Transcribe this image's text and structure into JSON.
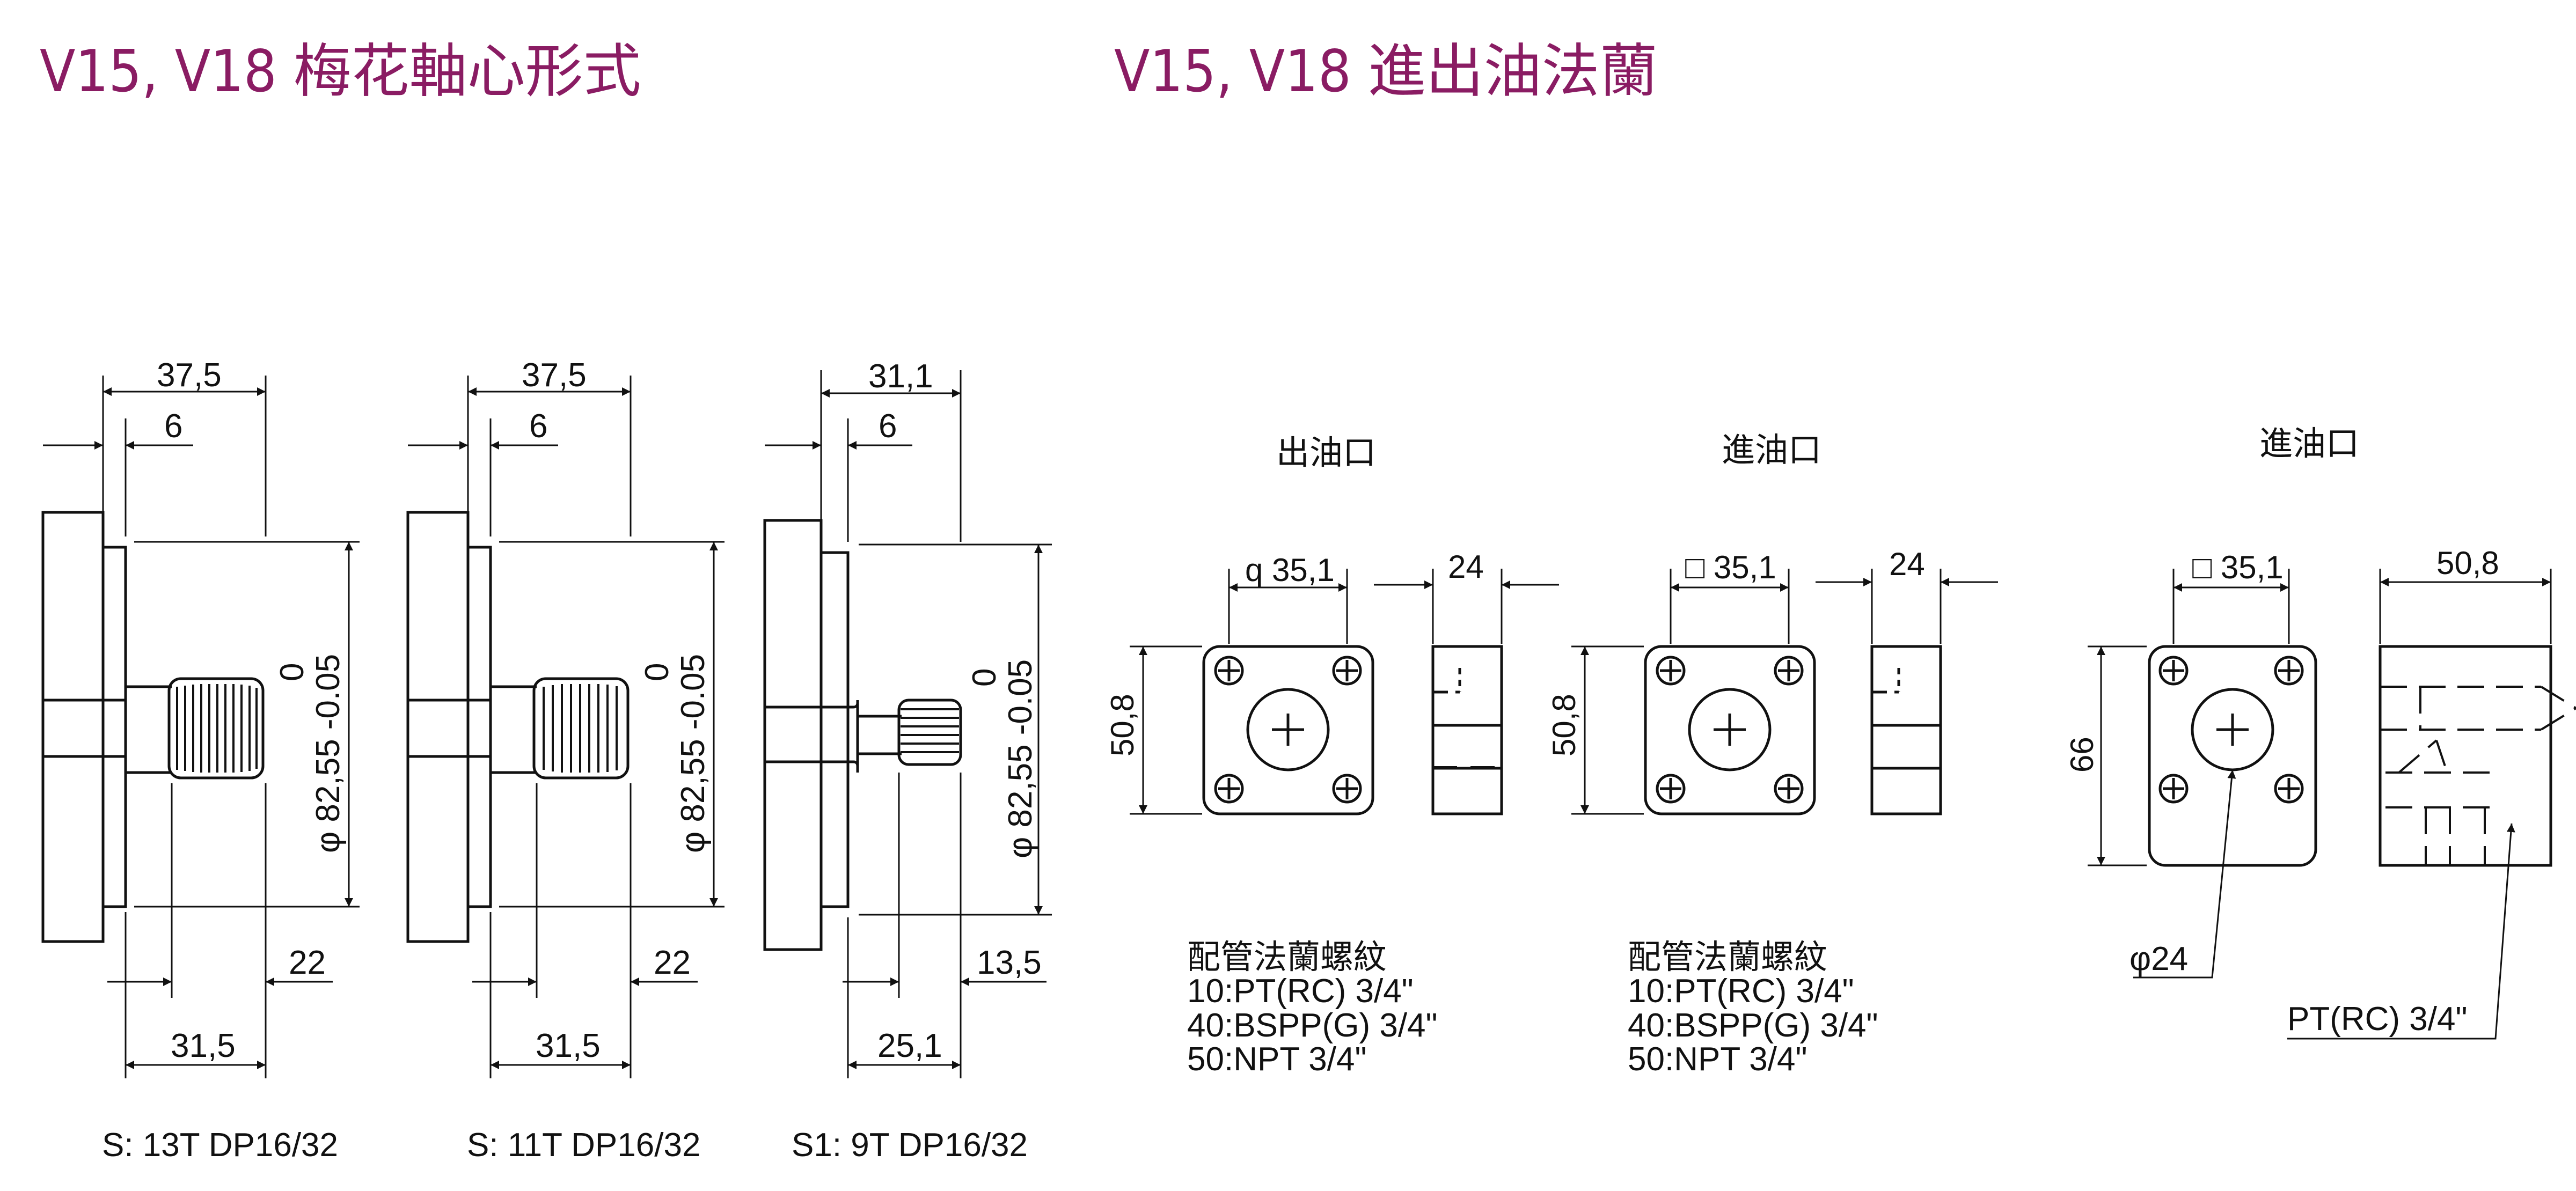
{
  "headings": {
    "shaft": "V15, V18 梅花軸心形式",
    "flange": "V15, V18 進出油法蘭"
  },
  "colors": {
    "heading": "#8a1c63",
    "line": "#111111"
  },
  "shafts": [
    {
      "dim_total": "37,5",
      "dim_step": "6",
      "dim_pilot": "22",
      "dim_spline_len": "31,5",
      "dim_diameter": "φ 82,55 -0.05",
      "dim_tolerance_upper": "0",
      "caption": "S: 13T DP16/32"
    },
    {
      "dim_total": "37,5",
      "dim_step": "6",
      "dim_pilot": "22",
      "dim_spline_len": "31,5",
      "dim_diameter": "φ 82,55 -0.05",
      "dim_tolerance_upper": "0",
      "caption": "S: 11T DP16/32"
    },
    {
      "dim_total": "31,1",
      "dim_step": "6",
      "dim_pilot": "13,5",
      "dim_spline_len": "25,1",
      "dim_diameter": "φ 82,55 -0.05",
      "dim_tolerance_upper": "0",
      "caption": "S1: 9T DP16/32"
    }
  ],
  "flanges": [
    {
      "title": "出油口",
      "dim_square": "q 35,1",
      "dim_height": "50,8",
      "dim_thickness": "24",
      "thread_title": "配管法蘭螺紋",
      "threads": [
        "10:PT(RC) 3/4\"",
        "40:BSPP(G) 3/4\"",
        "50:NPT 3/4\""
      ]
    },
    {
      "title": "進油口",
      "dim_square": "□ 35,1",
      "dim_height": "50,8",
      "dim_thickness": "24",
      "thread_title": "配管法蘭螺紋",
      "threads": [
        "10:PT(RC) 3/4\"",
        "40:BSPP(G) 3/4\"",
        "50:NPT 3/4\""
      ]
    },
    {
      "title": "進油口",
      "dim_square": "□ 35,1",
      "dim_height": "66",
      "dim_thickness": "50,8",
      "dim_bore": "φ24",
      "port_thread": "PT(RC) 3/4\""
    }
  ]
}
